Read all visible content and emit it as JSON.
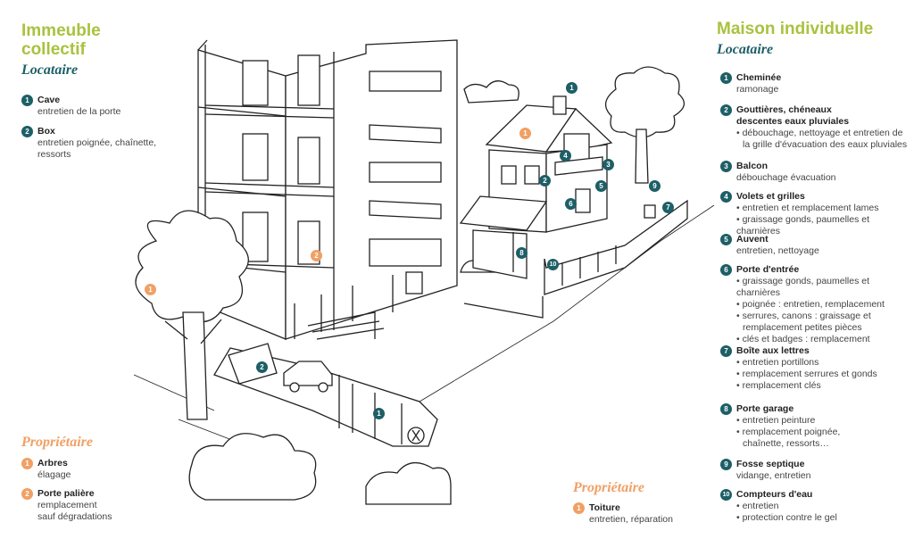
{
  "left": {
    "title_line1": "Immeuble",
    "title_line2": "collectif",
    "locataire_heading": "Locataire",
    "locataire_items": [
      {
        "num": "1",
        "title": "Cave",
        "desc": [
          "entretien de la porte"
        ]
      },
      {
        "num": "2",
        "title": "Box",
        "desc": [
          "entretien poignée, chaînette,",
          "ressorts"
        ]
      }
    ],
    "proprietaire_heading": "Propriétaire",
    "proprietaire_items": [
      {
        "num": "1",
        "title": "Arbres",
        "desc": [
          "élagage"
        ]
      },
      {
        "num": "2",
        "title": "Porte palière",
        "desc": [
          "remplacement",
          "sauf dégradations"
        ]
      }
    ]
  },
  "middle": {
    "proprietaire_heading": "Propriétaire",
    "item": {
      "num": "1",
      "title": "Toiture",
      "desc": "entretien, réparation"
    }
  },
  "right": {
    "title": "Maison individuelle",
    "locataire_heading": "Locataire",
    "items": [
      {
        "num": "1",
        "title": "Cheminée",
        "desc": [
          "ramonage"
        ],
        "bullets": []
      },
      {
        "num": "2",
        "title": "Gouttières, chéneaux",
        "title2": "descentes eaux pluviales",
        "desc": [],
        "bullets": [
          "débouchage, nettoyage et entretien de",
          "la grille d'évacuation des eaux pluviales"
        ]
      },
      {
        "num": "3",
        "title": "Balcon",
        "desc": [
          "débouchage évacuation"
        ],
        "bullets": []
      },
      {
        "num": "4",
        "title": "Volets et grilles",
        "desc": [],
        "bullets": [
          "entretien et remplacement lames",
          "graissage gonds, paumelles et charnières"
        ]
      },
      {
        "num": "5",
        "title": "Auvent",
        "desc": [
          "entretien, nettoyage"
        ],
        "bullets": []
      },
      {
        "num": "6",
        "title": "Porte d'entrée",
        "desc": [],
        "bullets": [
          "graissage gonds, paumelles et charnières",
          "poignée : entretien, remplacement",
          "serrures, canons : graissage et",
          "remplacement petites pièces",
          "clés et badges : remplacement"
        ]
      },
      {
        "num": "7",
        "title": "Boîte aux lettres",
        "desc": [],
        "bullets": [
          "entretien portillons",
          "remplacement serrures et gonds",
          "remplacement clés"
        ]
      },
      {
        "num": "8",
        "title": "Porte garage",
        "desc": [],
        "bullets": [
          "entretien peinture",
          "remplacement poignée,",
          "chaînette, ressorts…"
        ]
      },
      {
        "num": "9",
        "title": "Fosse septique",
        "desc": [
          "vidange, entretien"
        ],
        "bullets": []
      },
      {
        "num": "10",
        "title": "Compteurs d'eau",
        "desc": [],
        "bullets": [
          "entretien",
          "protection contre le gel"
        ]
      }
    ]
  },
  "illustration_badges": [
    {
      "label": "1",
      "color": "orange",
      "refers_to": "tree"
    },
    {
      "label": "2",
      "color": "orange",
      "refers_to": "apartment door"
    },
    {
      "label": "2",
      "color": "teal",
      "refers_to": "garage box"
    },
    {
      "label": "1",
      "color": "teal",
      "refers_to": "cellar"
    },
    {
      "label": "1",
      "color": "orange",
      "refers_to": "house roof"
    },
    {
      "label": "1",
      "color": "teal",
      "refers_to": "chimney"
    },
    {
      "label": "2",
      "color": "teal",
      "refers_to": "gutter"
    },
    {
      "label": "3",
      "color": "teal",
      "refers_to": "balcony"
    },
    {
      "label": "4",
      "color": "teal",
      "refers_to": "shutters"
    },
    {
      "label": "5",
      "color": "teal",
      "refers_to": "awning"
    },
    {
      "label": "6",
      "color": "teal",
      "refers_to": "front door"
    },
    {
      "label": "7",
      "color": "teal",
      "refers_to": "mailbox"
    },
    {
      "label": "8",
      "color": "teal",
      "refers_to": "garage door"
    },
    {
      "label": "9",
      "color": "teal",
      "refers_to": "septic tank"
    },
    {
      "label": "10",
      "color": "teal",
      "refers_to": "water meter"
    }
  ],
  "colors": {
    "teal": "#1d5f66",
    "orange": "#f0a065",
    "green": "#a9c23f"
  }
}
